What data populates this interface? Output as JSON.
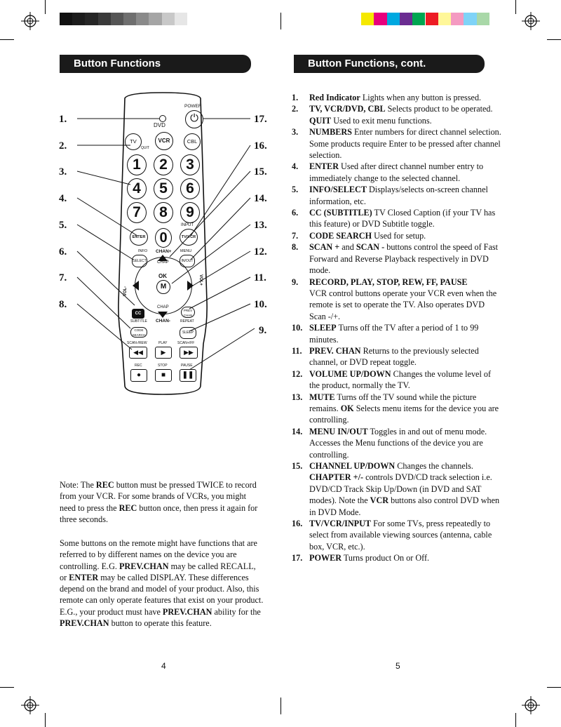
{
  "left_header": "Button Functions",
  "right_header": "Button Functions, cont.",
  "callouts": {
    "n1": "1.",
    "n2": "2.",
    "n3": "3.",
    "n4": "4.",
    "n5": "5.",
    "n6": "6.",
    "n7": "7.",
    "n8": "8.",
    "n9": "9.",
    "n10": "10.",
    "n11": "11.",
    "n12": "12.",
    "n13": "13.",
    "n14": "14.",
    "n15": "15.",
    "n16": "16.",
    "n17": "17."
  },
  "remote": {
    "power": "POWER",
    "dvd": "DVD",
    "tv": "TV",
    "quit": "QUIT",
    "vcr": "VCR",
    "cbl": "CBL",
    "digits": [
      "1",
      "2",
      "3",
      "4",
      "5",
      "6",
      "7",
      "8",
      "9",
      "0"
    ],
    "enter": "ENTER",
    "input": "INPUT",
    "tvvcr": "TV/VCR",
    "info": "INFO",
    "select": "SELECT",
    "chan_plus": "CHAN+",
    "menu": "MENU",
    "chap_top": "CHAP",
    "inout": "IN/OUT",
    "vol_minus": "VOL-",
    "vol_plus": "VOL+",
    "ok": "OK",
    "mute": "M",
    "cc": "CC",
    "subtitle": "SUBTITLE",
    "chap_bottom": "CHAP",
    "chan_minus": "CHAN-",
    "prev": "PREV",
    "chan": "CHAN",
    "repeat": "REPEAT",
    "code": "CODE",
    "search": "SEARCH",
    "sleep": "SLEEP",
    "scan_rev": "SCAN-/REW",
    "play": "PLAY",
    "scan_ff": "SCAN+/FF",
    "rec": "REC",
    "stop": "STOP",
    "pause": "PAUSE"
  },
  "items": [
    {
      "n": "1.",
      "b": "Red Indicator",
      "t": " Lights when any button is pressed."
    },
    {
      "n": "2.",
      "b": "TV, VCR/DVD, CBL",
      "t": " Selects product to be operated. ",
      "b2": "QUIT",
      "t2": " Used to exit menu functions."
    },
    {
      "n": "3.",
      "b": "NUMBERS",
      "t": " Enter numbers for direct channel selection. Some products require Enter to be pressed after channel selection."
    },
    {
      "n": "4.",
      "b": "ENTER",
      "t": " Used after direct channel number entry to immediately change to the selected channel."
    },
    {
      "n": "5.",
      "b": "INFO/SELECT",
      "t": " Displays/selects on-screen channel information, etc."
    },
    {
      "n": "6.",
      "b": "CC (SUBTITLE)",
      "t": " TV Closed Caption (if your TV has this feature) or DVD Subtitle toggle."
    },
    {
      "n": "7.",
      "b": "CODE SEARCH",
      "t": " Used for setup."
    },
    {
      "n": "8.",
      "b": "SCAN +",
      "t": " and ",
      "b2": "SCAN -",
      "t2": " buttons control the speed of Fast Forward and Reverse Playback respectively in DVD mode."
    },
    {
      "n": "9.",
      "b": "RECORD, PLAY, STOP, REW, FF, PAUSE",
      "t": "",
      "b2": "",
      "t2": "VCR control buttons operate your VCR even when the remote is set to operate the TV. Also operates DVD Scan -/+."
    },
    {
      "n": "10.",
      "b": "SLEEP",
      "t": " Turns off the TV after a period of 1 to 99 minutes."
    },
    {
      "n": "11.",
      "b": "PREV. CHAN",
      "t": " Returns to the previously selected channel, or DVD repeat toggle."
    },
    {
      "n": "12.",
      "b": "VOLUME UP/DOWN",
      "t": " Changes the volume level of the product, normally the TV."
    },
    {
      "n": "13.",
      "b": "MUTE",
      "t": " Turns off the TV sound while the picture remains. ",
      "b2": "OK",
      "t2": " Selects menu items for the device you are controlling."
    },
    {
      "n": "14.",
      "b": "MENU IN/OUT",
      "t": " Toggles in and out of menu mode. Accesses the Menu functions of the device you are controlling."
    },
    {
      "n": "15.",
      "b": "CHANNEL UP/DOWN",
      "t": " Changes the channels. ",
      "b2": "CHAPTER +/-",
      "t2": " controls DVD/CD track selection i.e. DVD/CD Track Skip Up/Down (in DVD and SAT modes). Note the ",
      "b3": "VCR",
      "t3": " buttons also control DVD when in DVD Mode."
    },
    {
      "n": "16.",
      "b": "TV/VCR/INPUT",
      "t": " For some TVs, press repeatedly to select from available viewing sources (antenna, cable box, VCR, etc.)."
    },
    {
      "n": "17.",
      "b": "POWER",
      "t": " Turns product On or Off."
    }
  ],
  "note1": {
    "a": "Note: The ",
    "b": "REC",
    "c": " button must be pressed TWICE to record from your VCR. For some brands of VCRs, you might need to press the ",
    "d": "REC",
    "e": " button once, then press it again for three seconds."
  },
  "note2": {
    "a": "Some buttons on the remote might have functions that are referred to by different names on the device you are controlling. E.G. ",
    "b": "PREV.CHAN",
    "c": " may be called RECALL, or ",
    "d": "ENTER",
    "e": " may be called DISPLAY. These differences depend on the brand and model of your product. Also, this remote can only operate features that exist on your product. E.G., your product must have ",
    "f": "PREV.CHAN",
    "g": " ability for the ",
    "h": "PREV.CHAN",
    "i": " button to operate this feature."
  },
  "page_left": "4",
  "page_right": "5",
  "colors": {
    "header_bg": "#1a1a1a",
    "gray_bars": [
      "#111111",
      "#1c1c1c",
      "#262626",
      "#3a3a3a",
      "#555555",
      "#6f6f6f",
      "#8a8a8a",
      "#a5a5a5",
      "#c8c8c8",
      "#e6e6e6"
    ],
    "color_bars": [
      "#f5e800",
      "#e8007d",
      "#00a8e0",
      "#6a2c91",
      "#00a651",
      "#ed1c24",
      "#fff799",
      "#f49ac1",
      "#7fd3f7",
      "#a9d8a8"
    ]
  }
}
